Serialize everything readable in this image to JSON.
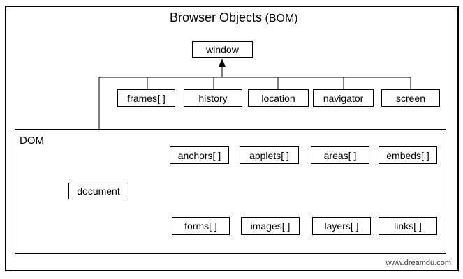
{
  "title": {
    "main": "Browser Objects",
    "suffix": "(BOM)"
  },
  "bom": {
    "root": {
      "label": "window"
    },
    "children": [
      {
        "label": "frames[ ]"
      },
      {
        "label": "history"
      },
      {
        "label": "location"
      },
      {
        "label": "navigator"
      },
      {
        "label": "screen"
      }
    ]
  },
  "dom": {
    "label": "DOM",
    "root": {
      "label": "document"
    },
    "top_row": [
      {
        "label": "anchors[ ]"
      },
      {
        "label": "applets[ ]"
      },
      {
        "label": "areas[ ]"
      },
      {
        "label": "embeds[ ]"
      }
    ],
    "bottom_row": [
      {
        "label": "forms[ ]"
      },
      {
        "label": "images[ ]"
      },
      {
        "label": "layers[ ]"
      },
      {
        "label": "links[ ]"
      }
    ]
  },
  "watermark": "www.dreamdu.com",
  "colors": {
    "line": "#000000",
    "background": "#ffffff",
    "watermark_text": "#3a3a3a"
  }
}
